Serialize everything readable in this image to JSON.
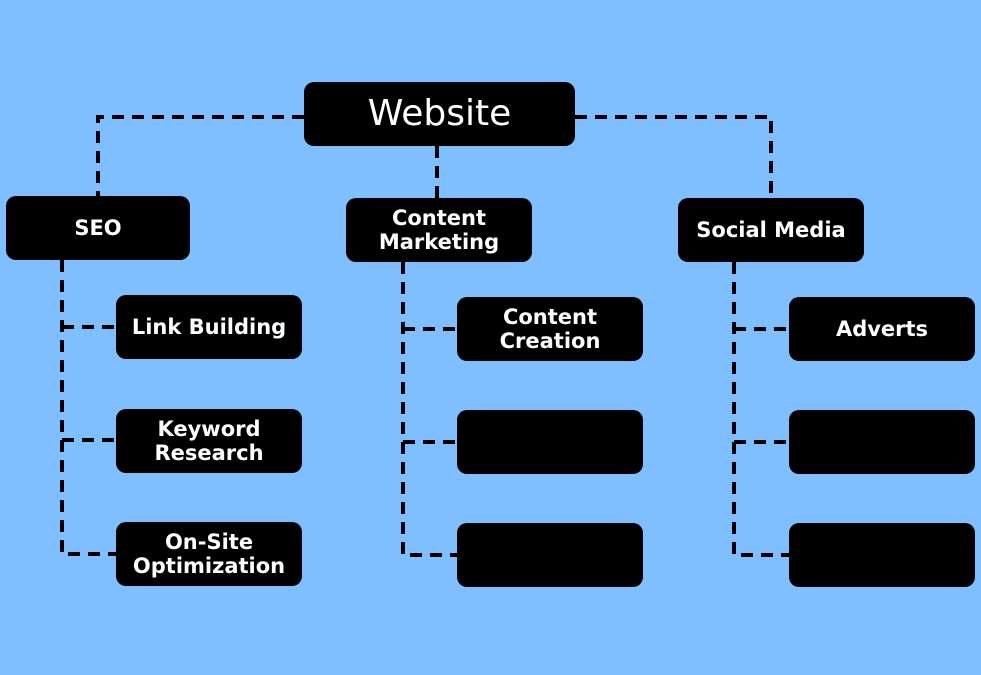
{
  "colors": {
    "background": "#80bfff",
    "node_fill": "#000000",
    "node_text": "#ffffff",
    "connector": "#000000"
  },
  "root": {
    "label": "Website"
  },
  "branches": [
    {
      "label": "SEO",
      "children": [
        "Link Building",
        "Keyword\nResearch",
        "On-Site\nOptimization"
      ]
    },
    {
      "label": "Content\nMarketing",
      "children": [
        "Content\nCreation",
        "",
        ""
      ]
    },
    {
      "label": "Social Media",
      "children": [
        "Adverts",
        "",
        ""
      ]
    }
  ]
}
